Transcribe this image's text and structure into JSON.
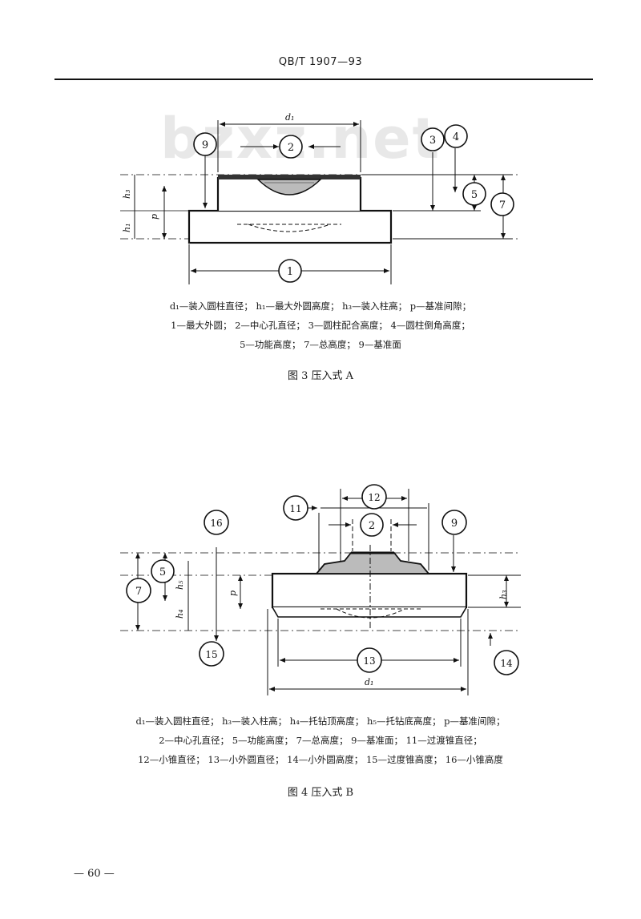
{
  "header": {
    "title": "QB/T 1907—93"
  },
  "watermark": "bzxz.net",
  "figure3": {
    "labels": {
      "d1": "d₁",
      "h3": "h₃",
      "h1": "h₁",
      "p": "p"
    },
    "callouts": [
      "9",
      "2",
      "3",
      "4",
      "5",
      "7",
      "1"
    ],
    "legend": [
      "d₁—装入圆柱直径； h₁—最大外圆高度； h₃—装入柱高； p—基准间隙；",
      "1—最大外圆； 2—中心孔直径； 3—圆柱配合高度； 4—圆柱倒角高度；",
      "5—功能高度； 7—总高度； 9—基准面"
    ],
    "caption": "图 3   压入式 A"
  },
  "figure4": {
    "labels": {
      "d1": "d₁",
      "h3": "h₃",
      "h4": "h₄",
      "h5": "h₅",
      "p": "p"
    },
    "callouts": [
      "11",
      "12",
      "2",
      "16",
      "9",
      "5",
      "7",
      "15",
      "13",
      "14"
    ],
    "legend": [
      "d₁—装入圆柱直径； h₃—装入柱高； h₄—托钻顶高度； h₅—托钻底高度； p—基准间隙；",
      "2—中心孔直径； 5—功能高度； 7—总高度； 9—基准面； 11—过渡锥直径；",
      "12—小锥直径； 13—小外圆直径； 14—小外圆高度； 15—过度锥高度； 16—小锥高度"
    ],
    "caption": "图 4   压入式 B"
  },
  "footer": {
    "page": "— 60 —"
  }
}
